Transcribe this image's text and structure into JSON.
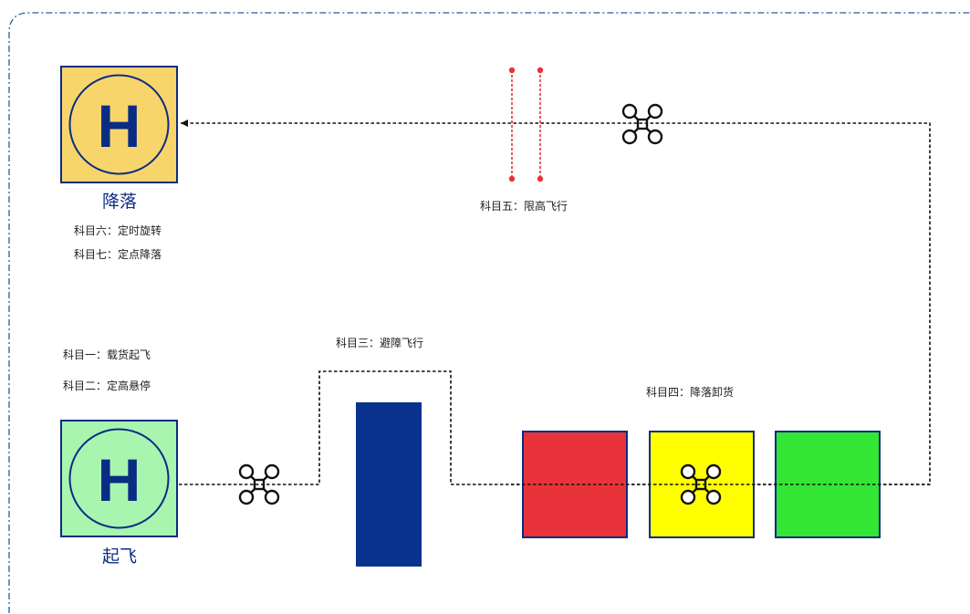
{
  "landing_pad": {
    "symbol": "H",
    "title": "降落",
    "fill": "#f8d56b",
    "subjects": [
      "科目六：定时旋转",
      "科目七：定点降落"
    ]
  },
  "takeoff_pad": {
    "symbol": "H",
    "title": "起飞",
    "fill": "#a8f5b0",
    "subjects": [
      "科目一：载货起飞",
      "科目二：定高悬停"
    ]
  },
  "obstacle_label": "科目三：避障飞行",
  "unload_label": "科目四：降落卸货",
  "height_limit_label": "科目五：限高飞行",
  "colors": {
    "frame_border": "#1f5fa8",
    "pad_border": "#0b2c84",
    "obstacle": "#0a3390",
    "zone_red": "#e8333a",
    "zone_yellow": "#ffff00",
    "zone_green": "#33e633",
    "height_limit": "#e8333a",
    "path": "#111111"
  },
  "icons": [
    "drone-icon",
    "drone-icon",
    "drone-icon"
  ]
}
